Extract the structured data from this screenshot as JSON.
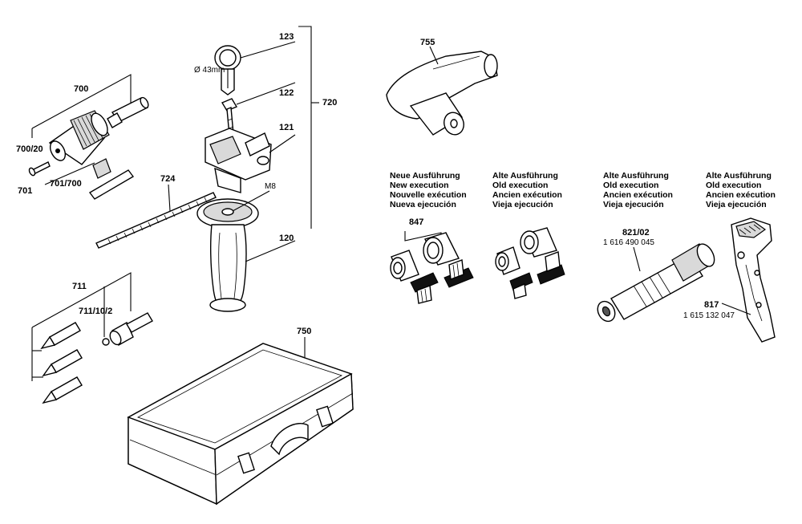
{
  "labels": {
    "l123": "123",
    "l43mm": "Ø 43mm",
    "l122": "122",
    "l720": "720",
    "l121": "121",
    "l700": "700",
    "l700_20": "700/20",
    "l701": "701",
    "l701_700": "701/700",
    "l724": "724",
    "lM8": "M8",
    "l120": "120",
    "l711": "711",
    "l711_10_2": "711/10/2",
    "l750": "750",
    "l755": "755",
    "l847": "847",
    "l821_02": "821/02",
    "l821_num": "1 616 490 045",
    "l817": "817",
    "l817_num": "1 615 132 047"
  },
  "headers": {
    "new": [
      "Neue Ausführung",
      "New execution",
      "Nouvelle exécution",
      "Nueva ejecución"
    ],
    "old_a": [
      "Alte Ausführung",
      "Old execution",
      "Ancien exécution",
      "Vieja ejecución"
    ],
    "old_b": [
      "Alte Ausführung",
      "Old execution",
      "Ancien exécution",
      "Vieja ejecución"
    ],
    "old_c": [
      "Alte Ausführung",
      "Old execution",
      "Ancien exécution",
      "Vieja ejecución"
    ]
  }
}
